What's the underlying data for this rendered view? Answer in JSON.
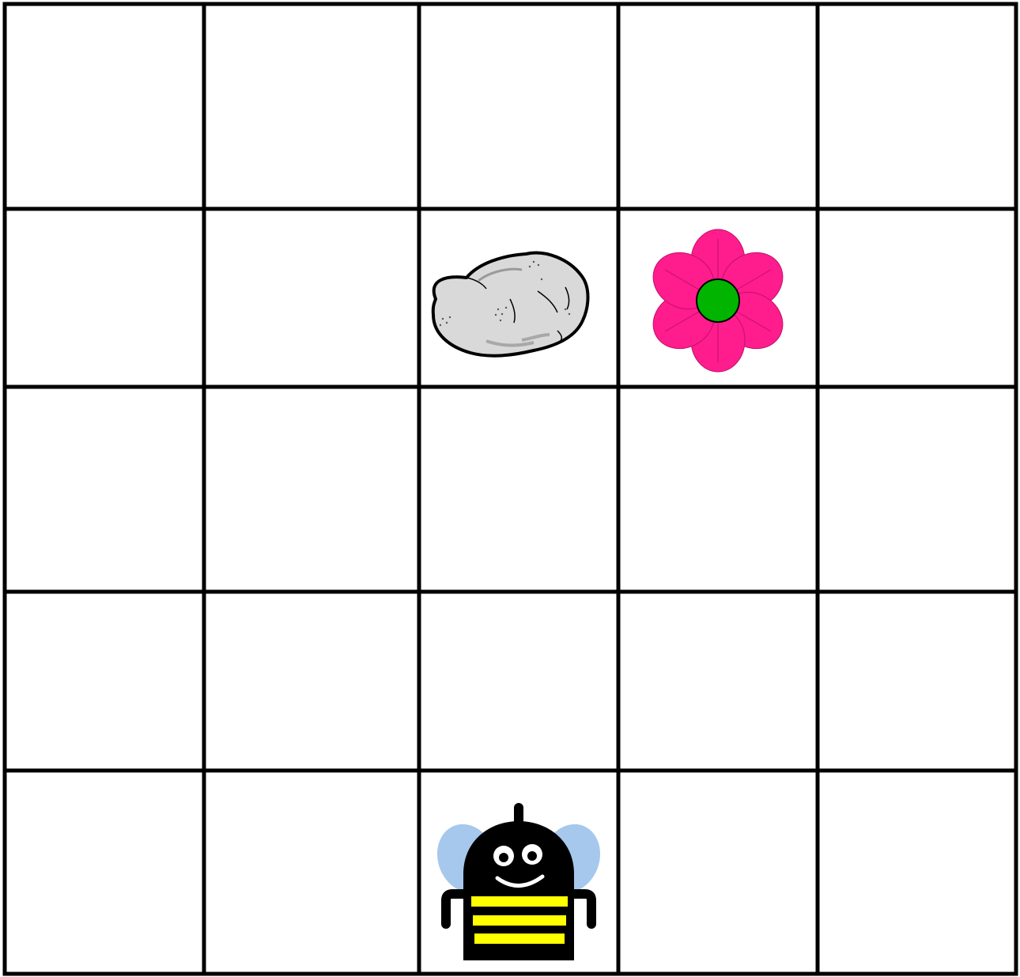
{
  "board": {
    "rows": 5,
    "cols": 5,
    "line_color": "#000000",
    "background": "#ffffff"
  },
  "pieces": [
    {
      "type": "rock",
      "row": 2,
      "col": 3,
      "icon": "rock-icon",
      "color": "#d9d9d9"
    },
    {
      "type": "flower",
      "row": 2,
      "col": 4,
      "icon": "flower-icon",
      "petal_color": "#ff1c8d",
      "center_color": "#00b400"
    },
    {
      "type": "bee",
      "row": 5,
      "col": 3,
      "icon": "bee-icon",
      "body_color": "#000000",
      "stripe_color": "#ffff00",
      "wing_color": "#a6c8ec"
    }
  ]
}
